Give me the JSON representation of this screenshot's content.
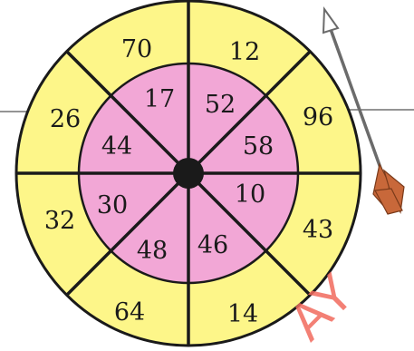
{
  "colors": {
    "outer_ring": "#fdf689",
    "inner_disc": "#f2a7d6",
    "lines": "#1a1a1a",
    "bullseye": "#1a1a1a",
    "arrow_shaft": "#6b6b6b",
    "arrow_fletching": "#c8683a",
    "watermark": "#f26a5e"
  },
  "outer_numbers": {
    "top_left": "70",
    "top_right": "12",
    "upper_right": "96",
    "lower_right": "43",
    "bottom_right": "14",
    "bottom_left": "64",
    "lower_left": "32",
    "upper_left": "26"
  },
  "inner_numbers": {
    "top_left": "17",
    "top_right": "52",
    "upper_right": "58",
    "lower_right": "10",
    "bottom_right": "46",
    "bottom_left": "48",
    "lower_left": "30",
    "upper_left": "44"
  },
  "watermark": "AY",
  "icons": {
    "arrow": "arrow-icon",
    "bullseye": "bullseye-icon"
  }
}
